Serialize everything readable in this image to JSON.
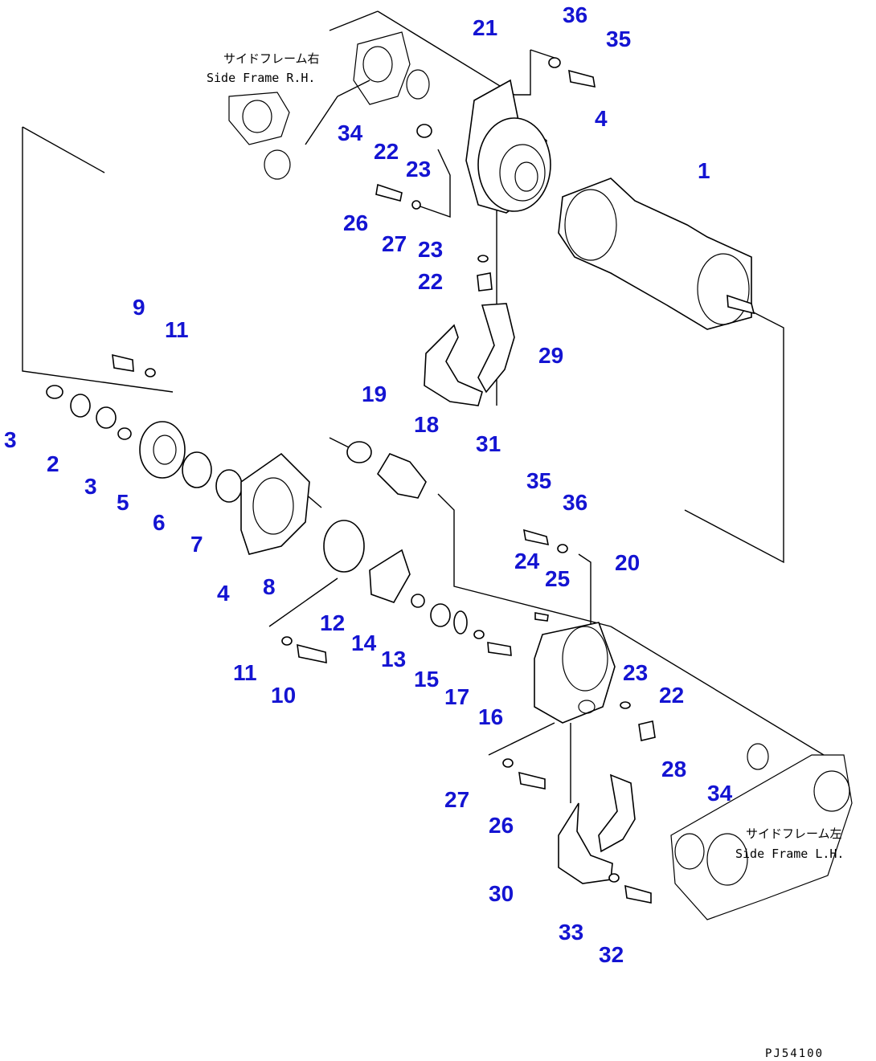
{
  "drawing_code": "PJ54100",
  "frame_labels": {
    "rh_jp": "サイドフレーム右",
    "rh_en": "Side Frame R.H.",
    "lh_jp": "サイドフレーム左",
    "lh_en": "Side Frame L.H."
  },
  "callouts": {
    "c36a": "36",
    "c21": "21",
    "c35a": "35",
    "c4a": "4",
    "c34a": "34",
    "c22a": "22",
    "c23a": "23",
    "c1": "1",
    "c26a": "26",
    "c27a": "27",
    "c23b": "23",
    "c22b": "22",
    "c29": "29",
    "c9": "9",
    "c11a": "11",
    "c3a": "3",
    "c2": "2",
    "c3b": "3",
    "c5": "5",
    "c19": "19",
    "c18": "18",
    "c31": "31",
    "c6": "6",
    "c7": "7",
    "c4b": "4",
    "c8": "8",
    "c35b": "35",
    "c36b": "36",
    "c24": "24",
    "c25": "25",
    "c20": "20",
    "c12": "12",
    "c14": "14",
    "c13": "13",
    "c11b": "11",
    "c10": "10",
    "c15": "15",
    "c17": "17",
    "c16": "16",
    "c23c": "23",
    "c22c": "22",
    "c28": "28",
    "c27b": "27",
    "c26b": "26",
    "c34b": "34",
    "c30": "30",
    "c33": "33",
    "c32": "32"
  }
}
